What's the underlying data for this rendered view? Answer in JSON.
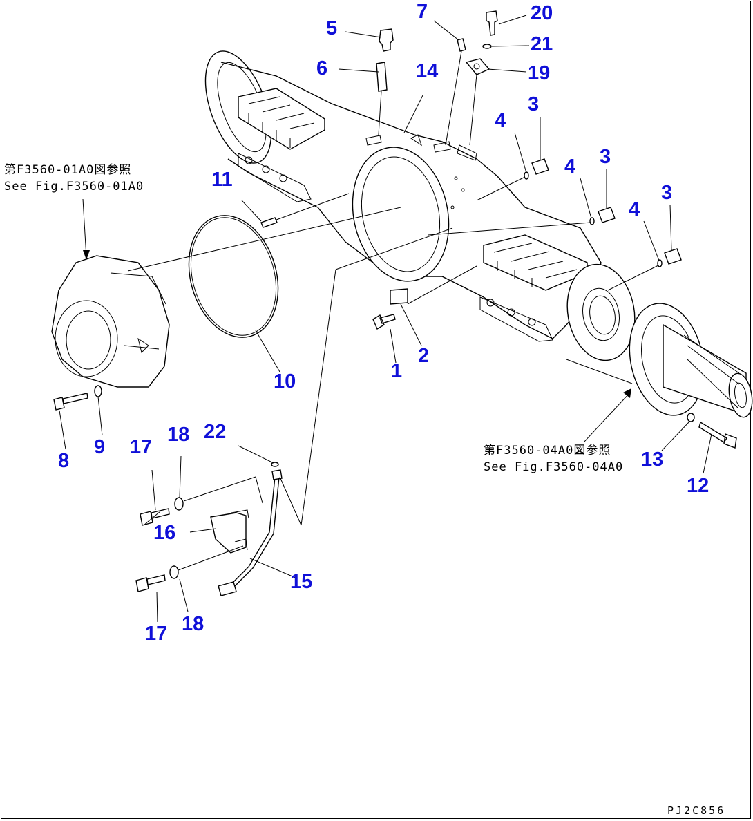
{
  "callouts": [
    {
      "id": "c1",
      "text": "1"
    },
    {
      "id": "c2",
      "text": "2"
    },
    {
      "id": "c3a",
      "text": "3"
    },
    {
      "id": "c3b",
      "text": "3"
    },
    {
      "id": "c3c",
      "text": "3"
    },
    {
      "id": "c4a",
      "text": "4"
    },
    {
      "id": "c4b",
      "text": "4"
    },
    {
      "id": "c4c",
      "text": "4"
    },
    {
      "id": "c5",
      "text": "5"
    },
    {
      "id": "c6",
      "text": "6"
    },
    {
      "id": "c7",
      "text": "7"
    },
    {
      "id": "c8",
      "text": "8"
    },
    {
      "id": "c9",
      "text": "9"
    },
    {
      "id": "c10",
      "text": "10"
    },
    {
      "id": "c11",
      "text": "11"
    },
    {
      "id": "c12",
      "text": "12"
    },
    {
      "id": "c13",
      "text": "13"
    },
    {
      "id": "c14",
      "text": "14"
    },
    {
      "id": "c15",
      "text": "15"
    },
    {
      "id": "c16",
      "text": "16"
    },
    {
      "id": "c17a",
      "text": "17"
    },
    {
      "id": "c17b",
      "text": "17"
    },
    {
      "id": "c18a",
      "text": "18"
    },
    {
      "id": "c18b",
      "text": "18"
    },
    {
      "id": "c19",
      "text": "19"
    },
    {
      "id": "c20",
      "text": "20"
    },
    {
      "id": "c21",
      "text": "21"
    },
    {
      "id": "c22",
      "text": "22"
    }
  ],
  "references": {
    "left": {
      "jp": "第F3560-01A0図参照",
      "en": "See Fig.F3560-01A0"
    },
    "right": {
      "jp": "第F3560-04A0図参照",
      "en": "See Fig.F3560-04A0"
    }
  },
  "drawing_code": "PJ2C856",
  "colors": {
    "callout": "#1010d8",
    "line": "#000000",
    "background": "#ffffff"
  }
}
